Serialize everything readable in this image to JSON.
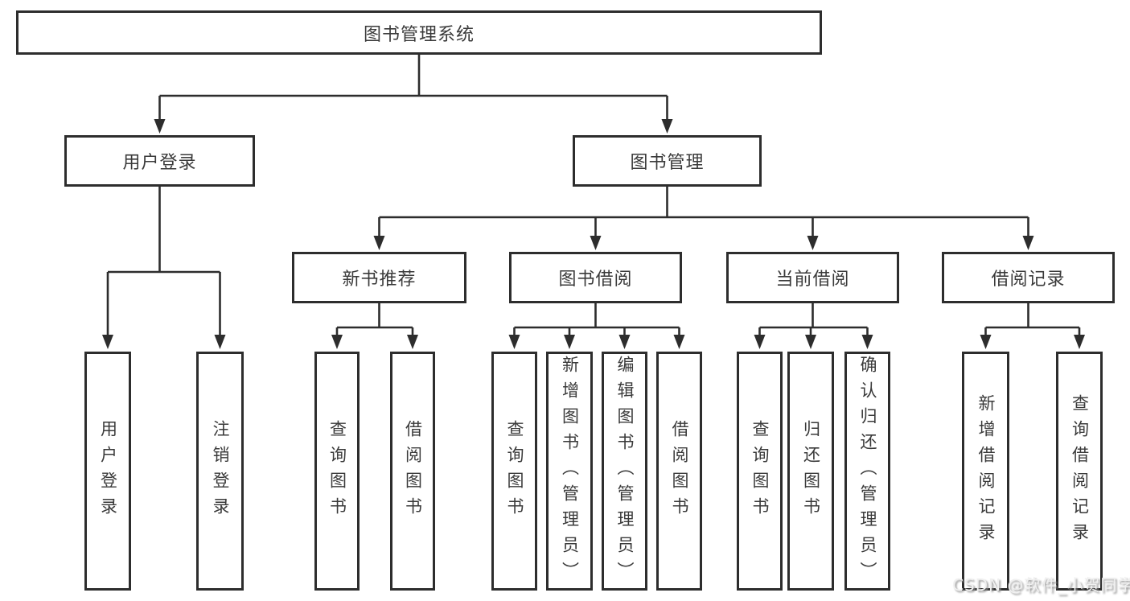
{
  "diagram_title": "图书管理系统",
  "tree": {
    "root": {
      "label": "图书管理系统"
    },
    "branches": [
      {
        "label": "用户登录",
        "children": [
          {
            "label": "用户登录"
          },
          {
            "label": "注销登录"
          }
        ]
      },
      {
        "label": "图书管理",
        "children": [
          {
            "label": "新书推荐",
            "children": [
              {
                "label": "查询图书"
              },
              {
                "label": "借阅图书"
              }
            ]
          },
          {
            "label": "图书借阅",
            "children": [
              {
                "label": "查询图书"
              },
              {
                "label": "新增图书（管理员）"
              },
              {
                "label": "编辑图书（管理员）"
              },
              {
                "label": "借阅图书"
              }
            ]
          },
          {
            "label": "当前借阅",
            "children": [
              {
                "label": "查询图书"
              },
              {
                "label": "归还图书"
              },
              {
                "label": "确认归还（管理员）"
              }
            ]
          },
          {
            "label": "借阅记录",
            "children": [
              {
                "label": "新增借阅记录"
              },
              {
                "label": "查询借阅记录"
              }
            ]
          }
        ]
      }
    ]
  },
  "watermark": "CSDN @软件_小贺同学",
  "colors": {
    "line": "#2d2d2d",
    "text": "#3a3a3a",
    "background": "#ffffff",
    "watermark": "#f0f0f0"
  }
}
